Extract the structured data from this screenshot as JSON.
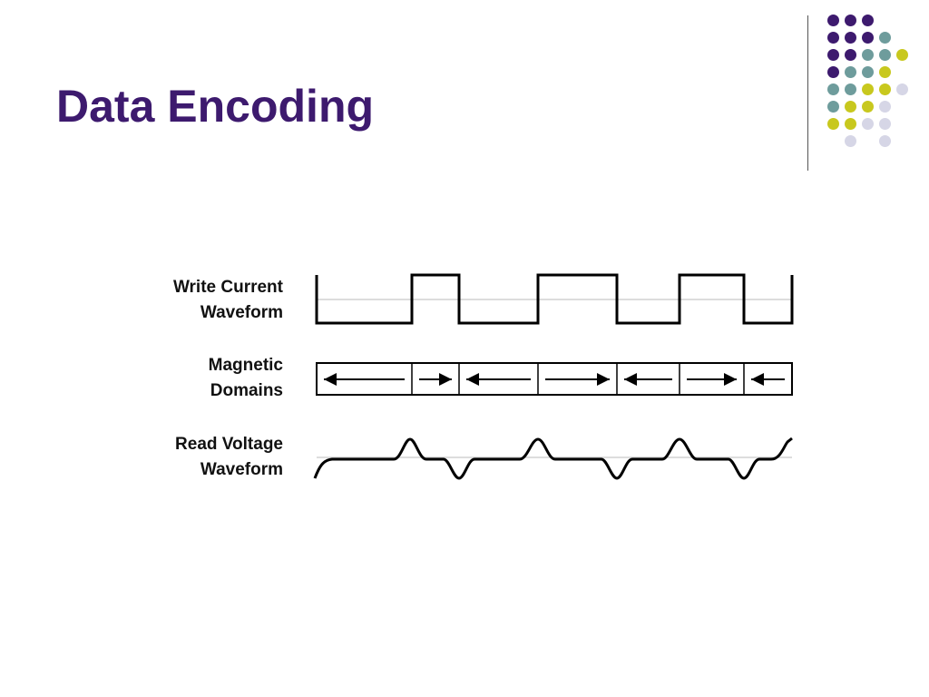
{
  "slide": {
    "title": "Data Encoding"
  },
  "diagram": {
    "rows": [
      {
        "id": "write-current",
        "label_line1": "Write Current",
        "label_line2": "Waveform"
      },
      {
        "id": "magnetic-domains",
        "label_line1": "Magnetic",
        "label_line2": "Domains"
      },
      {
        "id": "read-voltage",
        "label_line1": "Read Voltage",
        "label_line2": "Waveform"
      }
    ],
    "domain_directions": [
      "left",
      "right",
      "left",
      "right",
      "left",
      "right",
      "left"
    ]
  },
  "colors": {
    "title": "#3d1a6e",
    "dot_purple": "#3d1a6e",
    "dot_teal": "#6e9c9c",
    "dot_yellow": "#c8c81e",
    "dot_lavender": "#d6d6e6"
  }
}
